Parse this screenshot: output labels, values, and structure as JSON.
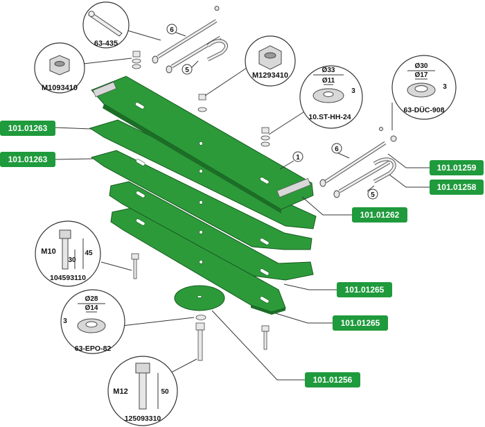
{
  "part_labels": {
    "p1": "101.01263",
    "p2": "101.01263",
    "p3": "101.01259",
    "p4": "101.01258",
    "p5": "101.01262",
    "p6": "101.01265",
    "p7": "101.01265",
    "p8": "101.01256"
  },
  "callouts": {
    "pin_name": "63-435",
    "nut_left_name": "M1093410",
    "nut_right_name": "M1293410",
    "washer_hh_name": "10.ST-HH-24",
    "washer_hh_outer": "Ø33",
    "washer_hh_inner": "Ø11",
    "washer_hh_thick": "3",
    "washer_duc_name": "63-DÜC-908",
    "washer_duc_outer": "Ø30",
    "washer_duc_inner": "Ø17",
    "washer_duc_thick": "3",
    "bolt10_size": "M10",
    "bolt10_len": "45",
    "bolt10_thread": "30",
    "bolt10_name": "104593110",
    "washer_epo_outer": "Ø28",
    "washer_epo_inner": "Ø14",
    "washer_epo_thick": "3",
    "washer_epo_name": "63-EPO-82",
    "bolt12_size": "M12",
    "bolt12_len": "50",
    "bolt12_name": "125093310"
  },
  "item_numbers": {
    "n6_top": "6",
    "n5_top": "5",
    "n6_right": "6",
    "n5_right": "5",
    "n1": "1"
  },
  "colors": {
    "tag_green": "#1f9a3c",
    "blade_green": "#2d9a3a",
    "blade_dark": "#1c6e27"
  }
}
